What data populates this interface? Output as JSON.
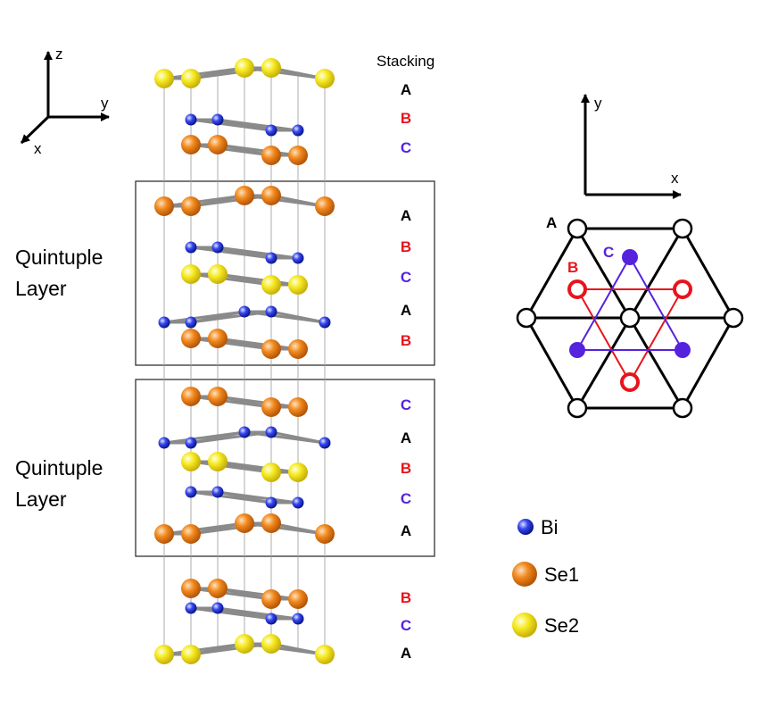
{
  "axes_left": {
    "z": "z",
    "y": "y",
    "x": "x"
  },
  "axes_right": {
    "y": "y",
    "x": "x"
  },
  "stacking_header": "Stacking",
  "quintuple_labels": [
    {
      "line1": "Quintuple",
      "line2": "Layer"
    },
    {
      "line1": "Quintuple",
      "line2": "Layer"
    }
  ],
  "stacking_sequence": [
    "A",
    "B",
    "C",
    "A",
    "B",
    "C",
    "A",
    "B",
    "C",
    "A",
    "B",
    "C",
    "A",
    "B",
    "C",
    "A"
  ],
  "hex_labels": {
    "a": "A",
    "b": "B",
    "c": "C"
  },
  "legend": [
    {
      "label": "Bi",
      "element": "bi"
    },
    {
      "label": "Se1",
      "element": "se1"
    },
    {
      "label": "Se2",
      "element": "se2"
    }
  ],
  "colors": {
    "A": "#000000",
    "B": "#e8141c",
    "C": "#5522dd",
    "bi": "#1a2ee0",
    "se1": "#f07c12",
    "se2": "#f4e41a",
    "bond": "#8a8a8a",
    "guide": "#9a9a9a"
  }
}
